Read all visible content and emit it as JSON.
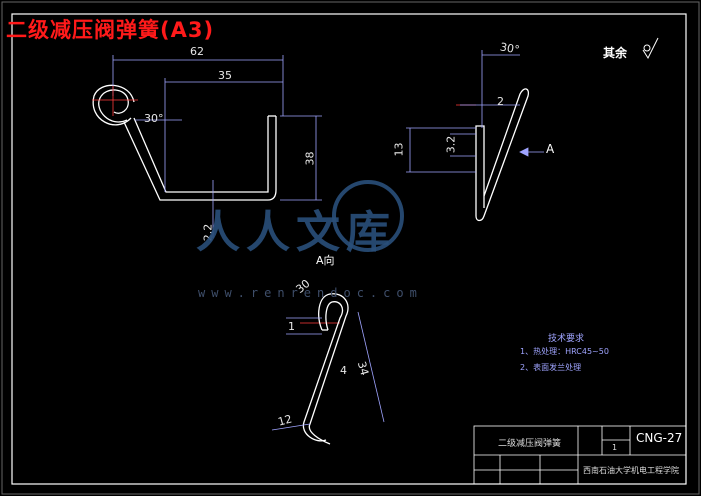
{
  "drawing": {
    "title": "二级减压阀弹簧(A3)",
    "surface_finish": "其余",
    "view_label_a": "A",
    "view_label_a_dir": "A向"
  },
  "dimensions": {
    "d62": "62",
    "d35": "35",
    "d38": "38",
    "d30_top": "30°",
    "d30_left": "30°",
    "d30_bottom": "30",
    "d2": "2",
    "d13": "13",
    "d3_2": "3.2",
    "d2_2": "2.2",
    "d34": "34",
    "d12": "12",
    "d4": "4",
    "d1": "1"
  },
  "notes": {
    "heading": "技术要求",
    "item1": "1、热处理：HRC45~50",
    "item2": "2、表面发兰处理"
  },
  "title_block": {
    "part_name": "二级减压阀弹簧",
    "drawing_no": "CNG-27",
    "school": "西南石油大学机电工程学院",
    "qty": "1"
  },
  "watermark": {
    "text": "人人文库",
    "url": "www.renrendoc.com"
  },
  "colors": {
    "background": "#000000",
    "title": "#ff1a1a",
    "outline": "#ffffff",
    "dimension": "#9fa4ff"
  }
}
